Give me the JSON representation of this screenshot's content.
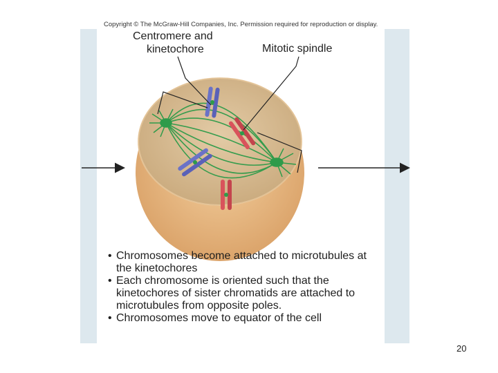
{
  "copyright": "Copyright © The McGraw-Hill Companies, Inc. Permission required for reproduction or display.",
  "labels": {
    "centromere_line1": "Centromere and",
    "centromere_line2": "kinetochore",
    "spindle": "Mitotic spindle"
  },
  "notes": [
    "Chromosomes become attached to microtubules at the kinetochores",
    "Each chromosome is oriented such that the kinetochores of sister chromatids are attached to microtubules from opposite poles.",
    "Chromosomes move to equator of the cell"
  ],
  "page_number": "20",
  "colors": {
    "cell_rim": "#e7b77f",
    "cytoplasm": "#dcc29a",
    "spindle_fiber": "#2e9b4a",
    "chromosome_blue": "#6a72c7",
    "chromosome_red": "#d9535b",
    "panel_strip": "#dde8ee"
  }
}
